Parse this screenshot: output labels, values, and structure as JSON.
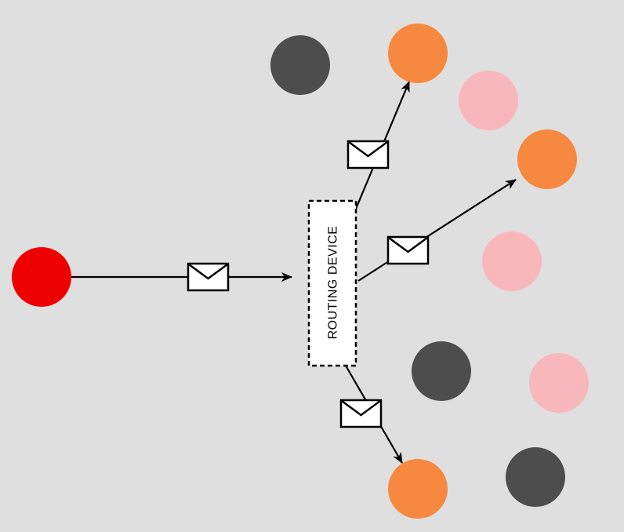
{
  "router": {
    "label": "ROUTING DEVICE"
  },
  "colors": {
    "background": "#dfdfdf",
    "sender": "#ee0000",
    "recipient": "#f7883f",
    "inactive": "#4d4d4d",
    "idle": "#f8b8bb",
    "edge": "#000000",
    "envelope_fill": "#ffffff"
  },
  "nodes": {
    "sender": [
      "sender-node"
    ],
    "recipients": [
      "recipient-node-top",
      "recipient-node-right",
      "recipient-node-bottom"
    ],
    "inactive": [
      "inactive-node-1",
      "inactive-node-2",
      "inactive-node-3"
    ],
    "idle": [
      "idle-node-1",
      "idle-node-2",
      "idle-node-3"
    ]
  },
  "edges": [
    {
      "from": "sender-node",
      "to": "router-box",
      "carries": "message-envelope-icon"
    },
    {
      "from": "router-box",
      "to": "recipient-node-top",
      "carries": "message-envelope-icon"
    },
    {
      "from": "router-box",
      "to": "recipient-node-right",
      "carries": "message-envelope-icon"
    },
    {
      "from": "router-box",
      "to": "recipient-node-bottom",
      "carries": "message-envelope-icon"
    }
  ]
}
